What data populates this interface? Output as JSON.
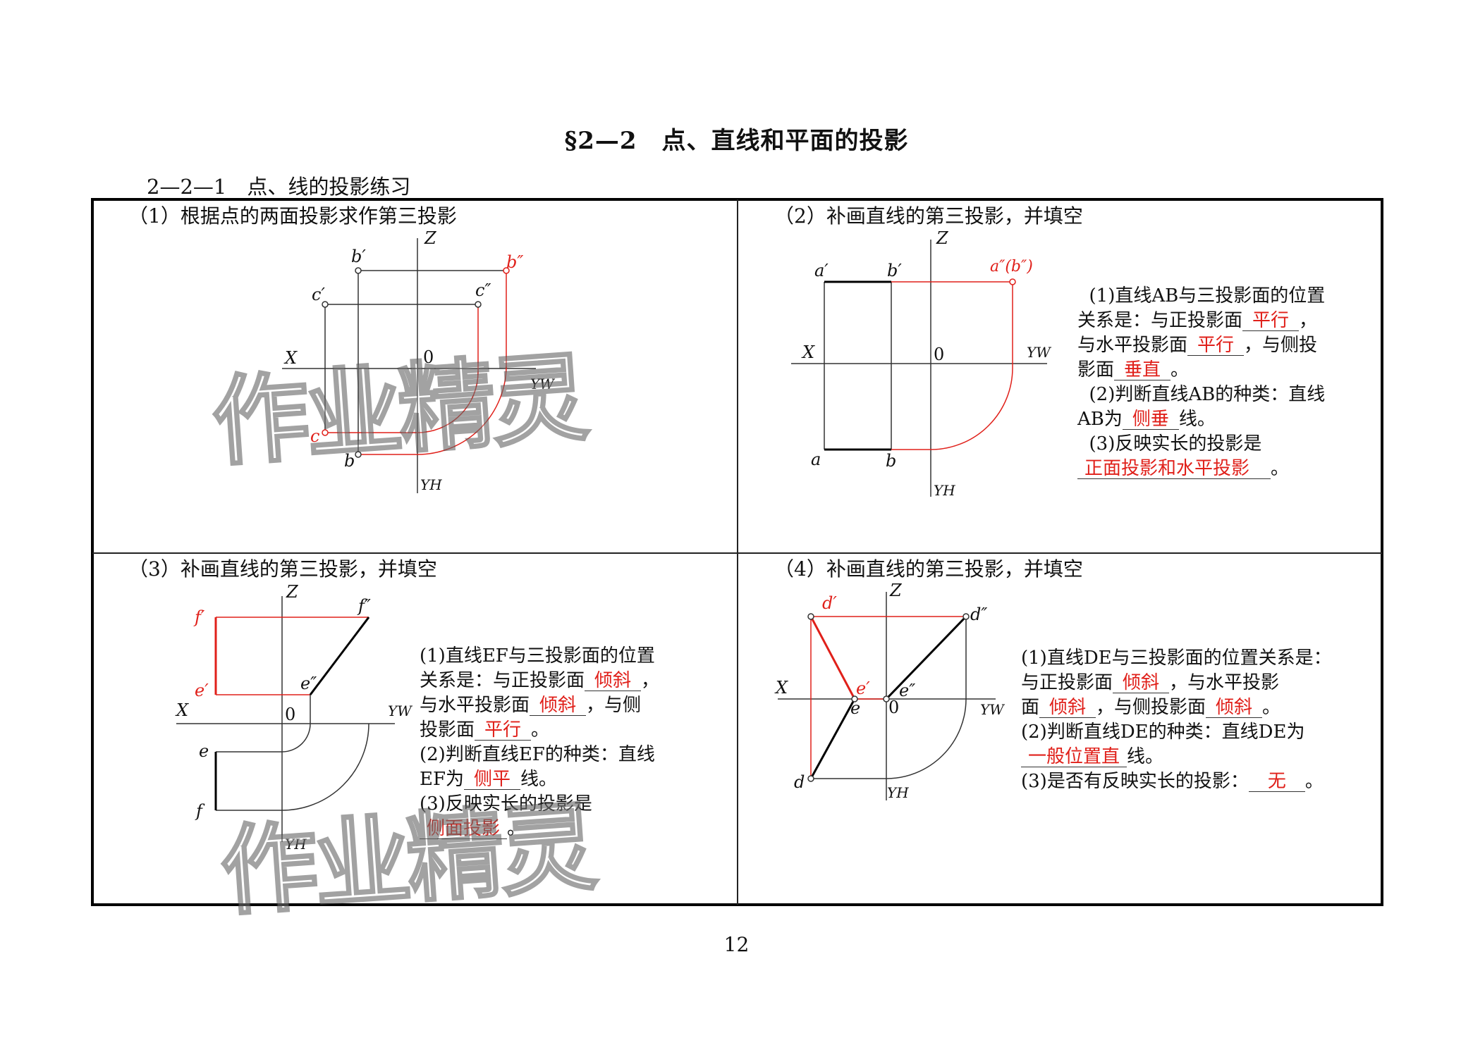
{
  "header": {
    "title": "§2—2　点、直线和平面的投影",
    "subtitle": "2—2—1　点、线的投影练习"
  },
  "watermark": "作业精灵",
  "page_number": "12",
  "colors": {
    "answer": "#e0201a",
    "line": "#000000",
    "construction": "#333333"
  },
  "panels": {
    "p1": {
      "title": "（1）根据点的两面投影求作第三投影",
      "labels": {
        "Z": "Z",
        "X": "X",
        "O": "0",
        "YW": "YW",
        "YH": "YH",
        "b1": "b′",
        "c1": "c′",
        "b2": "b″",
        "c2": "c″",
        "b": "b",
        "c": "c"
      }
    },
    "p2": {
      "title": "（2）补画直线的第三投影，并填空",
      "labels": {
        "Z": "Z",
        "X": "X",
        "O": "0",
        "YW": "YW",
        "YH": "YH",
        "a1": "a′",
        "b1": "b′",
        "ab2": "a″(b″)",
        "a": "a",
        "b": "b"
      },
      "q1_line1": "(1)直线AB与三投影面的位置",
      "q1_line2_pre": "关系是：与正投影面",
      "q1_ans1": "平行",
      "q1_line2_post": "，",
      "q1_line3_pre": "与水平投影面",
      "q1_ans2": "平行",
      "q1_line3_post": "，与侧投",
      "q1_line4_pre": "影面",
      "q1_ans3": "垂直",
      "q1_line4_post": "。",
      "q2_line1": "(2)判断直线AB的种类：直线",
      "q2_line2_pre": "AB为",
      "q2_ans": "侧垂",
      "q2_line2_post": "线。",
      "q3_line1": "(3)反映实长的投影是",
      "q3_ans": "正面投影和水平投影",
      "q3_post": "。"
    },
    "p3": {
      "title": "（3）补画直线的第三投影，并填空",
      "labels": {
        "Z": "Z",
        "X": "X",
        "O": "0",
        "YW": "YW",
        "YH": "YH",
        "f1": "f′",
        "e1": "e′",
        "f2": "f″",
        "e2": "e″",
        "e": "e",
        "f": "f"
      },
      "q1_line1": "(1)直线EF与三投影面的位置",
      "q1_line2_pre": "关系是：与正投影面",
      "q1_ans1": "倾斜",
      "q1_line2_post": "，",
      "q1_line3_pre": "与水平投影面",
      "q1_ans2": "倾斜",
      "q1_line3_post": "，与侧",
      "q1_line4_pre": "投影面",
      "q1_ans3": "平行",
      "q1_line4_post": "。",
      "q2_line1": "(2)判断直线EF的种类：直线",
      "q2_line2_pre": "EF为",
      "q2_ans": "侧平",
      "q2_line2_post": "线。",
      "q3_line1": "(3)反映实长的投影是",
      "q3_ans": "侧面投影",
      "q3_post": "。"
    },
    "p4": {
      "title": "（4）补画直线的第三投影，并填空",
      "labels": {
        "Z": "Z",
        "X": "X",
        "O": "0",
        "YW": "YW",
        "YH": "YH",
        "d1": "d′",
        "e1": "e′",
        "d2": "d″",
        "e2": "e″",
        "e": "e",
        "d": "d"
      },
      "q1_line1": "(1)直线DE与三投影面的位置关系是：",
      "q1_line2_pre": "与正投影面",
      "q1_ans1": "倾斜",
      "q1_line2_post": "，与水平投影",
      "q1_line3_pre": "面",
      "q1_ans2": "倾斜",
      "q1_line3_mid": "，与侧投影面",
      "q1_ans3": "倾斜",
      "q1_line3_post": "。",
      "q2_line1": "(2)判断直线DE的种类：直线DE为",
      "q2_ans": "一般位置直",
      "q2_post": "线。",
      "q3_pre": "(3)是否有反映实长的投影：",
      "q3_ans": "无",
      "q3_post": "。"
    }
  }
}
